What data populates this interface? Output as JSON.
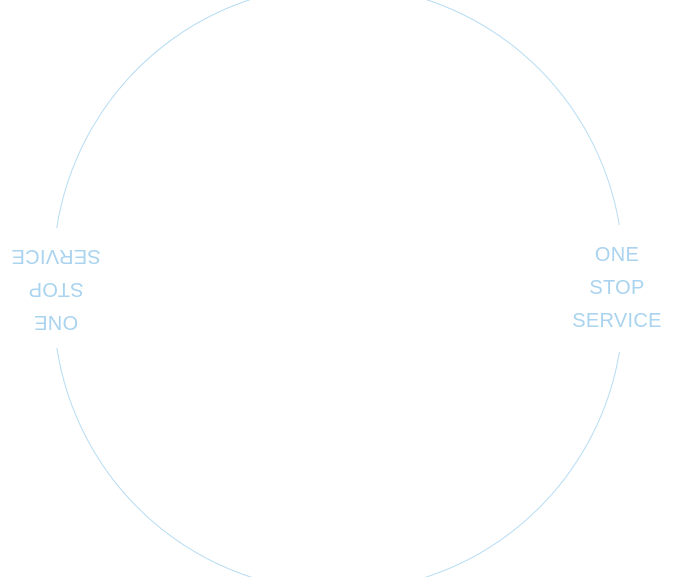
{
  "colors": {
    "stroke": "#b7dcf3",
    "text": "#a9d3ef",
    "background": "#ffffff"
  },
  "badge": {
    "right_label": [
      "ONE",
      "STOP",
      "SERVICE"
    ],
    "left_label_mirrored": [
      "ONE",
      "STOP",
      "SERVICE"
    ]
  }
}
